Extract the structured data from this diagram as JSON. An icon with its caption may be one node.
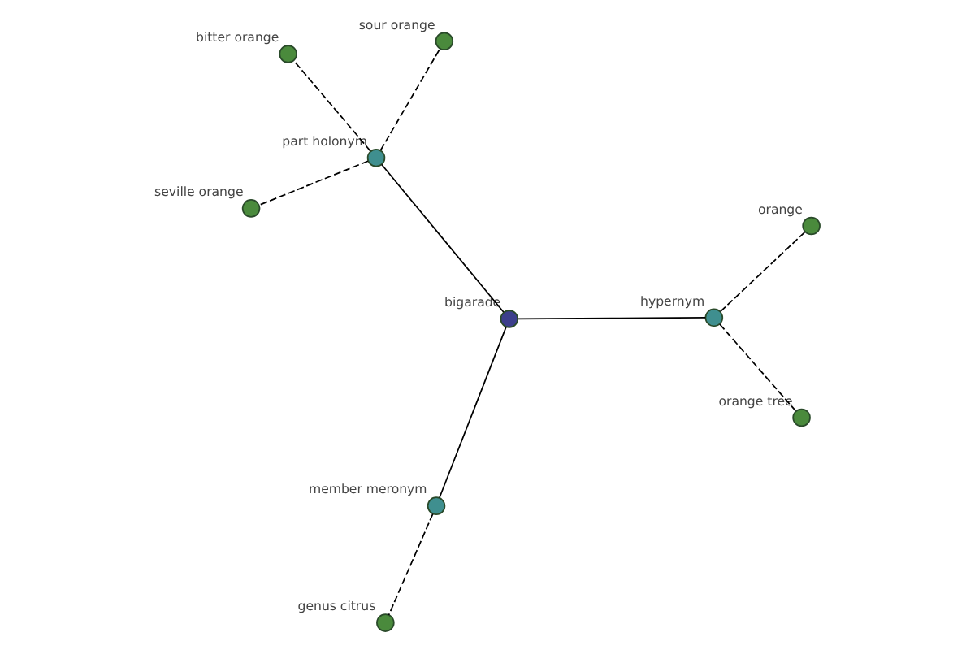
{
  "diagram": {
    "nodes": [
      {
        "text": [
          "seville orange"
        ]
      },
      {
        "text": [
          "bitter orange"
        ]
      },
      {
        "text": [
          "part holonym"
        ]
      },
      {
        "text": [
          "sour orange"
        ]
      },
      {
        "text": [
          "bigarade"
        ]
      },
      {
        "text": [
          "hypernym"
        ]
      },
      {
        "text": [
          "orange"
        ]
      },
      {
        "text": [
          "member meronym"
        ]
      },
      {
        "text": [
          "orange tree"
        ]
      },
      {
        "text": [
          "genus citrus"
        ]
      }
    ],
    "edges": [
      {
        "from": 4,
        "to": 2,
        "arrow": "none"
      },
      {
        "from": 4,
        "to": 5,
        "arrow": "none"
      },
      {
        "from": 4,
        "to": 7,
        "arrow": "none"
      },
      {
        "from": 2,
        "to": 0,
        "arrow": "none",
        "style": "dashed"
      },
      {
        "from": 2,
        "to": 1,
        "arrow": "none",
        "style": "dashed"
      },
      {
        "from": 2,
        "to": 3,
        "arrow": "none",
        "style": "dashed"
      },
      {
        "from": 5,
        "to": 6,
        "arrow": "none",
        "style": "dashed"
      },
      {
        "from": 5,
        "to": 8,
        "arrow": "none",
        "style": "dashed"
      },
      {
        "from": 7,
        "to": 9,
        "arrow": "none",
        "style": "dashed"
      }
    ]
  }
}
